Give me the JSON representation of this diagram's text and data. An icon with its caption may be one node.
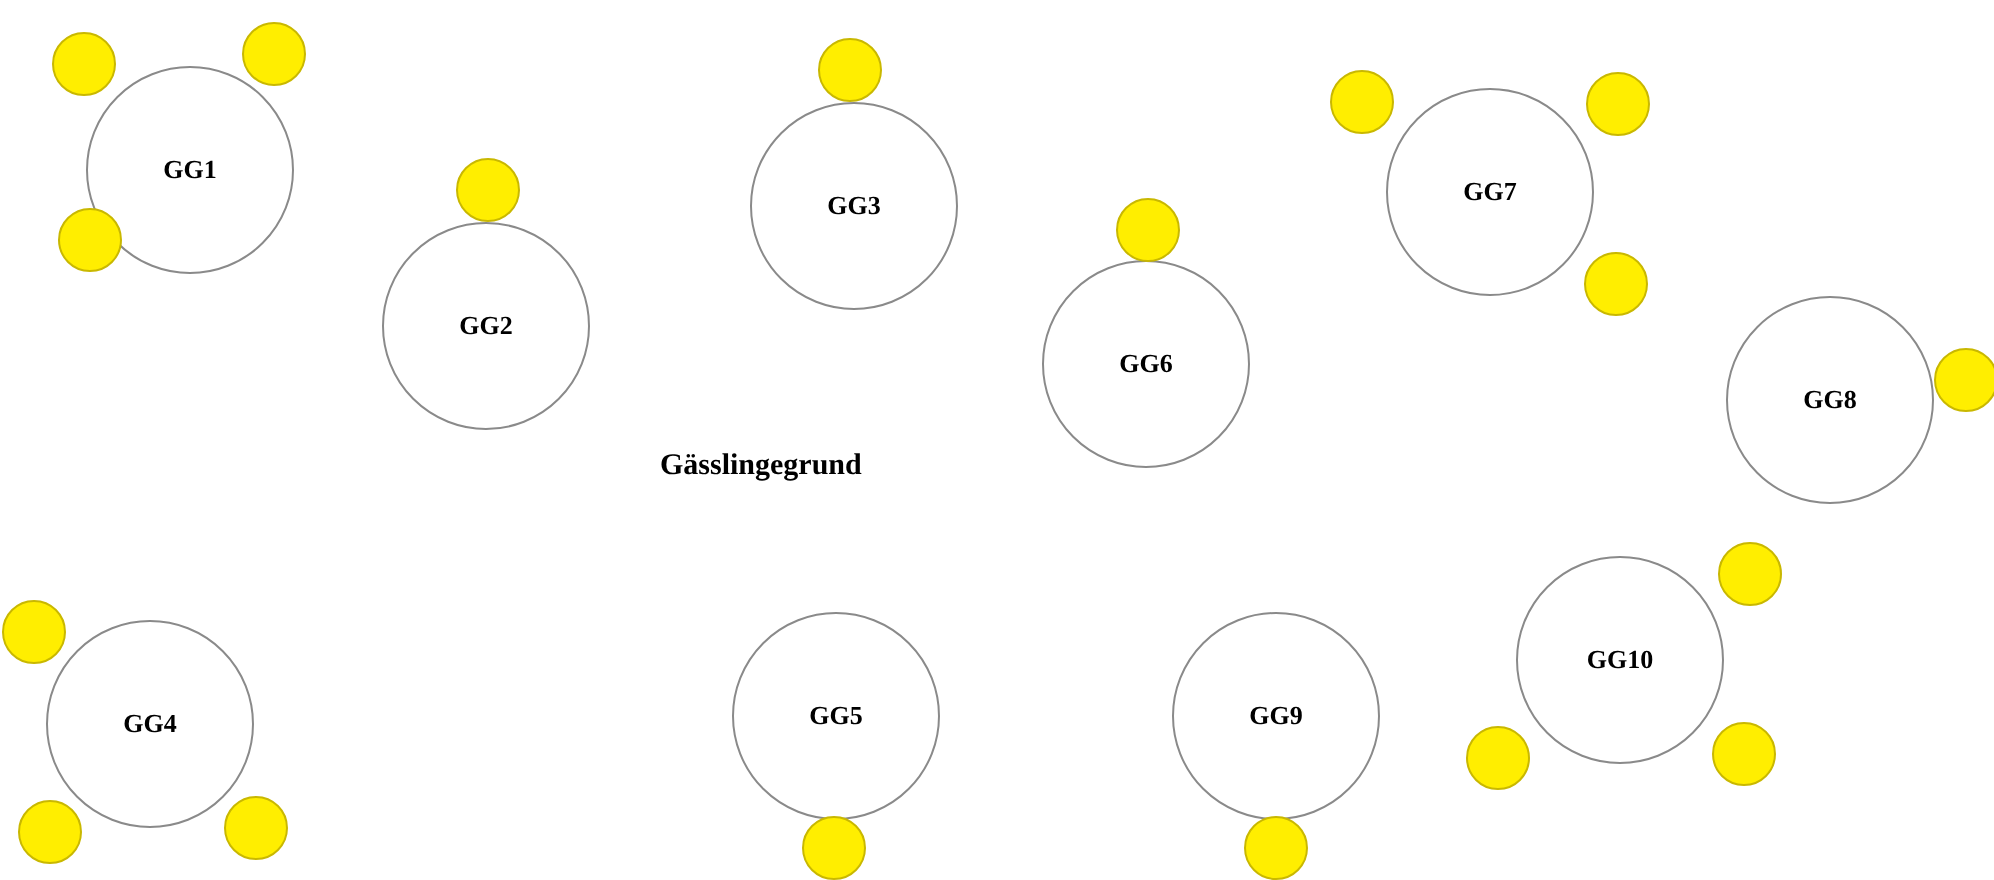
{
  "diagram": {
    "nodes": [
      {
        "text": [
          "GG1"
        ]
      },
      {
        "text": [
          "GG2"
        ]
      },
      {
        "text": [
          "GG3"
        ]
      },
      {
        "text": [
          "GG6"
        ]
      },
      {
        "text": [
          "GG7"
        ]
      },
      {
        "text": [
          "GG8"
        ]
      },
      {
        "text": [
          "GG4"
        ]
      },
      {
        "text": [
          "GG5"
        ]
      },
      {
        "text": [
          "GG9"
        ]
      },
      {
        "text": [
          "GG10"
        ]
      },
      {
        "text": [],
        "shape": "circle"
      },
      {
        "text": [],
        "shape": "circle"
      },
      {
        "text": [],
        "shape": "circle"
      },
      {
        "text": [],
        "shape": "circle"
      },
      {
        "text": [],
        "shape": "circle"
      },
      {
        "text": [],
        "shape": "circle"
      },
      {
        "text": [],
        "shape": "circle"
      },
      {
        "text": [],
        "shape": "circle"
      },
      {
        "text": [],
        "shape": "circle"
      },
      {
        "text": [],
        "shape": "circle"
      },
      {
        "text": [],
        "shape": "circle"
      },
      {
        "text": [],
        "shape": "circle"
      },
      {
        "text": [],
        "shape": "circle"
      },
      {
        "text": [],
        "shape": "circle"
      },
      {
        "text": [],
        "shape": "circle"
      },
      {
        "text": [],
        "shape": "circle"
      },
      {
        "text": [],
        "shape": "circle"
      },
      {
        "text": [],
        "shape": "circle"
      }
    ],
    "edges": [],
    "labels": [
      "Gässlingegrund"
    ]
  }
}
